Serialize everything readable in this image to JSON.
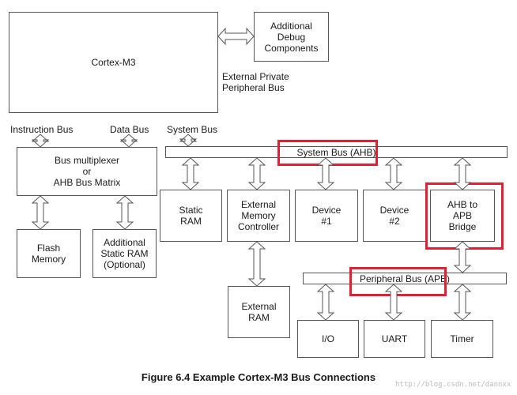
{
  "blocks": {
    "cortex": "Cortex-M3",
    "debug": "Additional\nDebug\nComponents",
    "bus_mux": "Bus multiplexer\nor\nAHB Bus Matrix",
    "flash": "Flash\nMemory",
    "add_ram": "Additional\nStatic RAM\n(Optional)",
    "static_ram": "Static\nRAM",
    "ext_mem_ctrl": "External\nMemory\nController",
    "device1": "Device\n#1",
    "device2": "Device\n#2",
    "ahb_apb": "AHB to\nAPB\nBridge",
    "ext_ram": "External\nRAM",
    "io": "I/O",
    "uart": "UART",
    "timer": "Timer"
  },
  "labels": {
    "ext_ppb": "External Private\nPeripheral Bus",
    "instruction_bus": "Instruction Bus",
    "data_bus": "Data Bus",
    "system_bus": "System Bus"
  },
  "buses": {
    "system_ahb": "System Bus (AHB)",
    "peripheral_apb": "Peripheral Bus (APB)"
  },
  "caption": "Figure 6.4  Example Cortex-M3 Bus Connections",
  "watermark": "http://blog.csdn.net/dannxx",
  "colors": {
    "highlight": "#dd2233",
    "line": "#555555"
  }
}
